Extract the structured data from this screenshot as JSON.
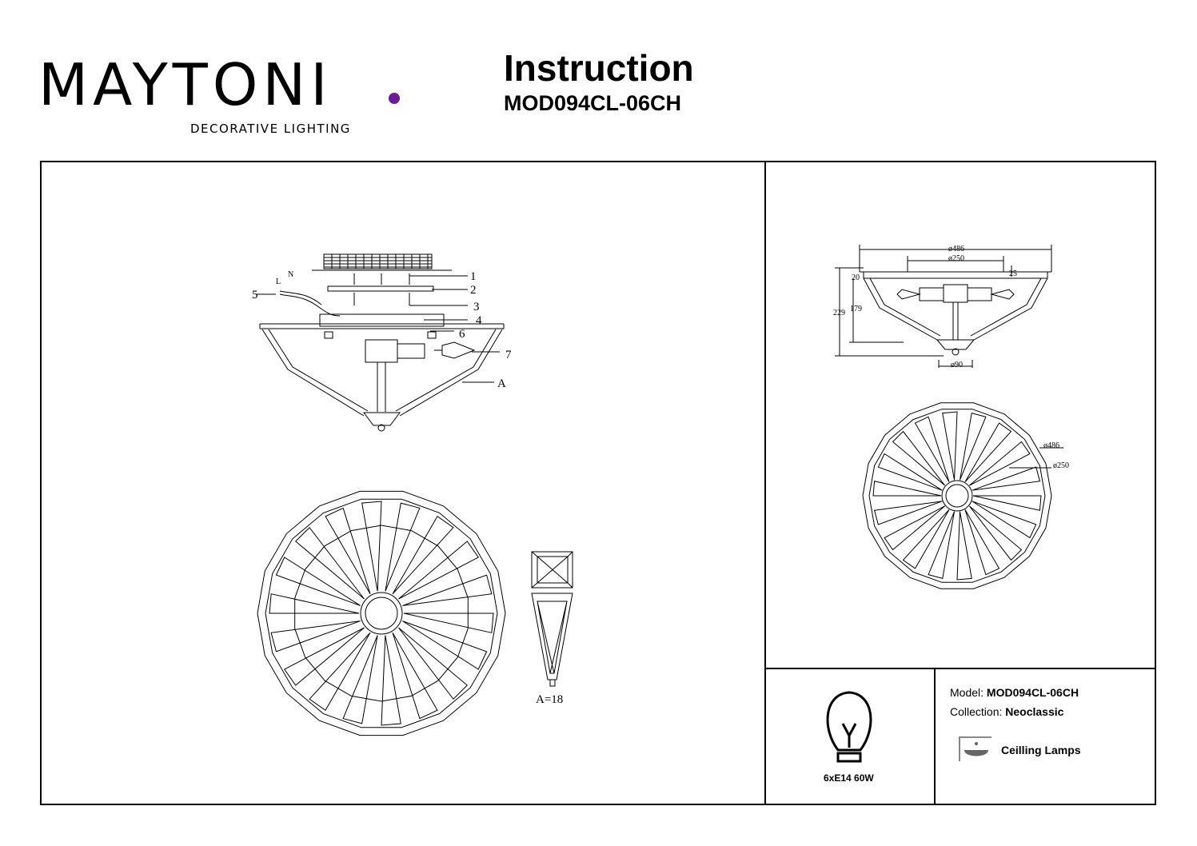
{
  "brand": {
    "name": "MAYTONI",
    "tagline": "DECORATIVE LIGHTING",
    "accent_color": "#6a1b9a"
  },
  "header": {
    "title": "Instruction",
    "model": "MOD094CL-06CH"
  },
  "diagram": {
    "part_labels": [
      "1",
      "2",
      "3",
      "4",
      "5",
      "6",
      "7",
      "A"
    ],
    "terminal_labels": [
      "L",
      "N"
    ],
    "detail_label": "A=18"
  },
  "dimensions": {
    "overall_diameter": "ø486",
    "canopy_diameter": "ø250",
    "bottom_diameter": "ø90",
    "total_height": "229",
    "body_height": "179",
    "canopy_height_left": "20",
    "canopy_height_right": "25",
    "plan_outer": "ø486",
    "plan_inner": "ø250"
  },
  "spec": {
    "bulb": "6xE14 60W",
    "model_label": "Model:",
    "model_value": "MOD094CL-06CH",
    "collection_label": "Collection:",
    "collection_value": "Neoclassic",
    "category": "Ceilling Lamps"
  }
}
